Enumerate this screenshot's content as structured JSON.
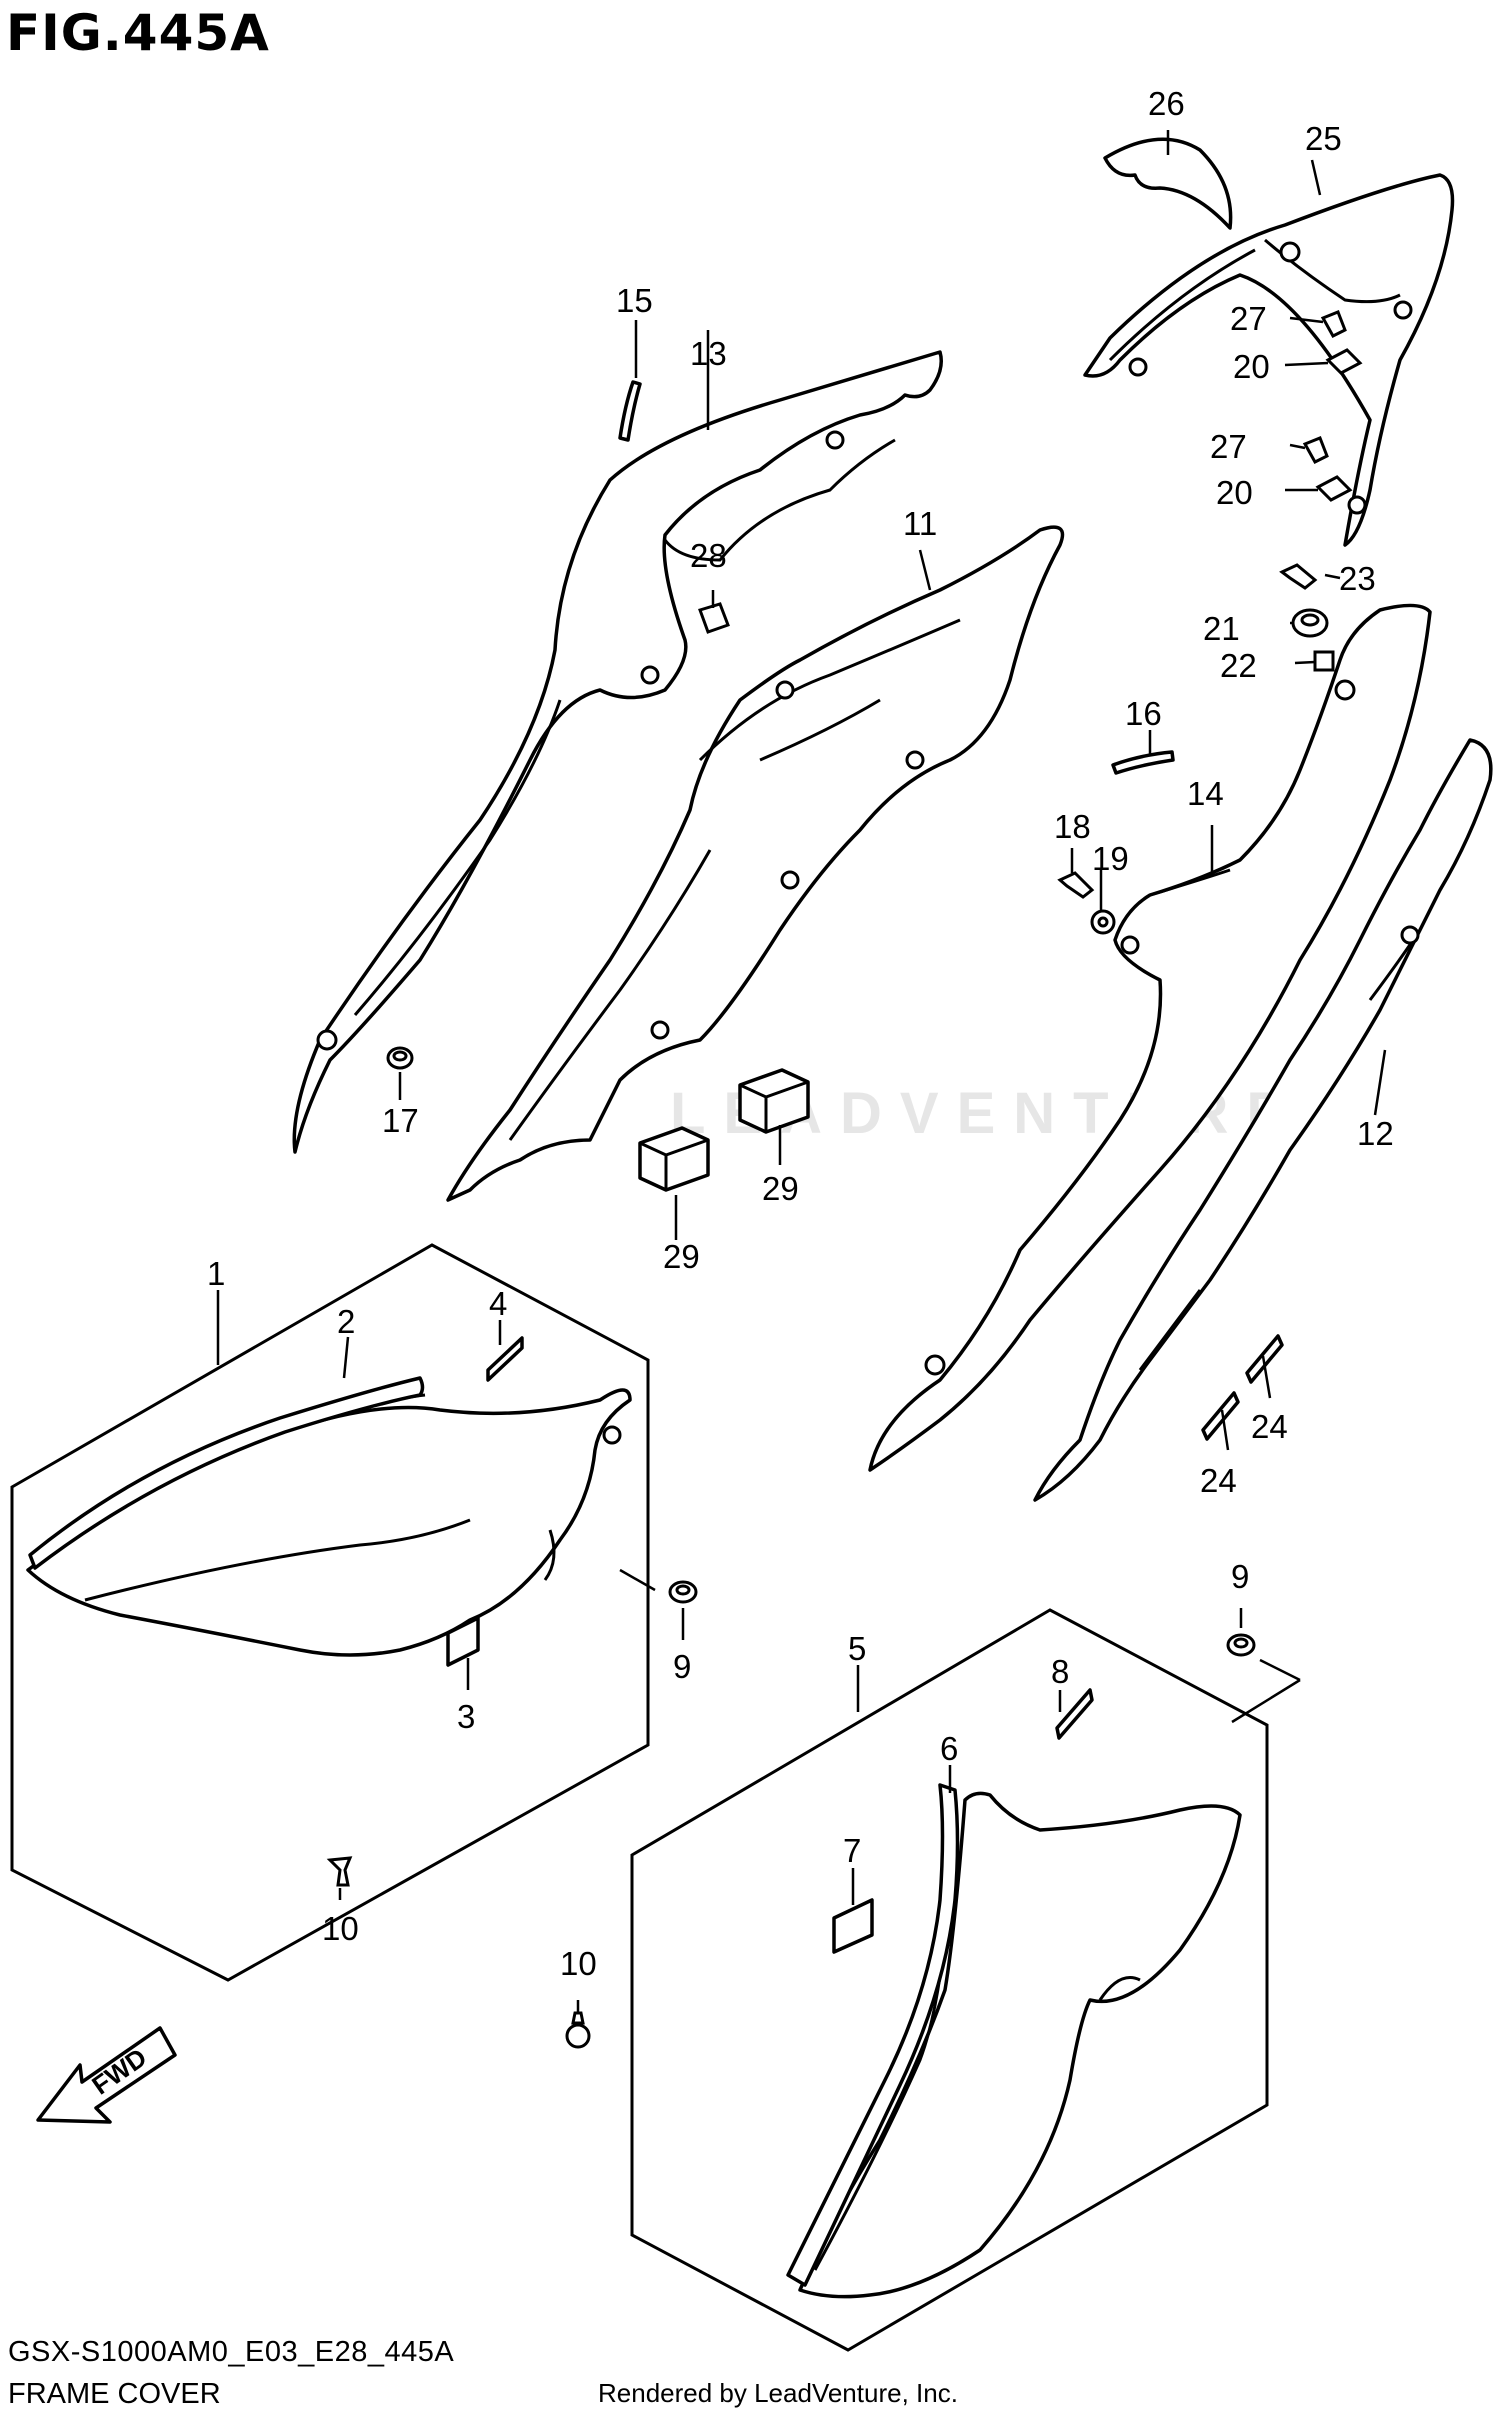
{
  "figure_title": "FIG.445A",
  "model_code": "GSX-S1000AM0_E03_E28_445A",
  "section_name": "FRAME COVER",
  "rendered_by": "Rendered by LeadVenture, Inc.",
  "watermark": "LEADVENTURE",
  "fwd_label": "FWD",
  "callouts": {
    "c1": "1",
    "c2": "2",
    "c3": "3",
    "c4": "4",
    "c5": "5",
    "c6": "6",
    "c7": "7",
    "c8": "8",
    "c9a": "9",
    "c9b": "9",
    "c10a": "10",
    "c10b": "10",
    "c11": "11",
    "c12": "12",
    "c13": "13",
    "c14": "14",
    "c15": "15",
    "c16": "16",
    "c17": "17",
    "c18": "18",
    "c19": "19",
    "c20a": "20",
    "c20b": "20",
    "c21": "21",
    "c22": "22",
    "c23": "23",
    "c24a": "24",
    "c24b": "24",
    "c25": "25",
    "c26": "26",
    "c27a": "27",
    "c27b": "27",
    "c28": "28",
    "c29a": "29",
    "c29b": "29"
  }
}
